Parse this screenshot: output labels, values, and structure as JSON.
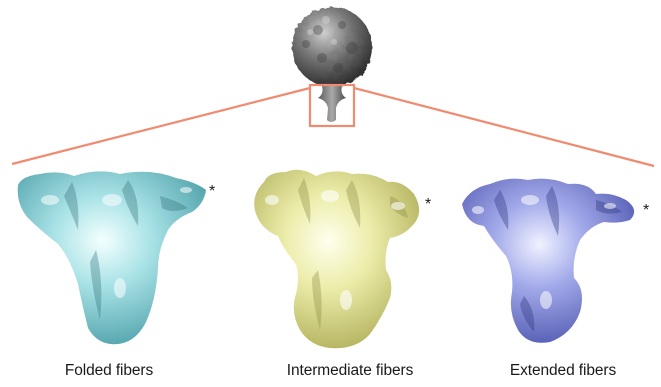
{
  "panels": [
    {
      "caption": "Folded fibers",
      "marker": "*",
      "color": "#9fd6da"
    },
    {
      "caption": "Intermediate fibers",
      "marker": "*",
      "color": "#e3e49a"
    },
    {
      "caption": "Extended fibers",
      "marker": "*",
      "color": "#8f97d6"
    }
  ],
  "colors": {
    "zoom_lines": "#f08a70",
    "overview_body": "#6e6e6e",
    "background": "#ffffff"
  }
}
